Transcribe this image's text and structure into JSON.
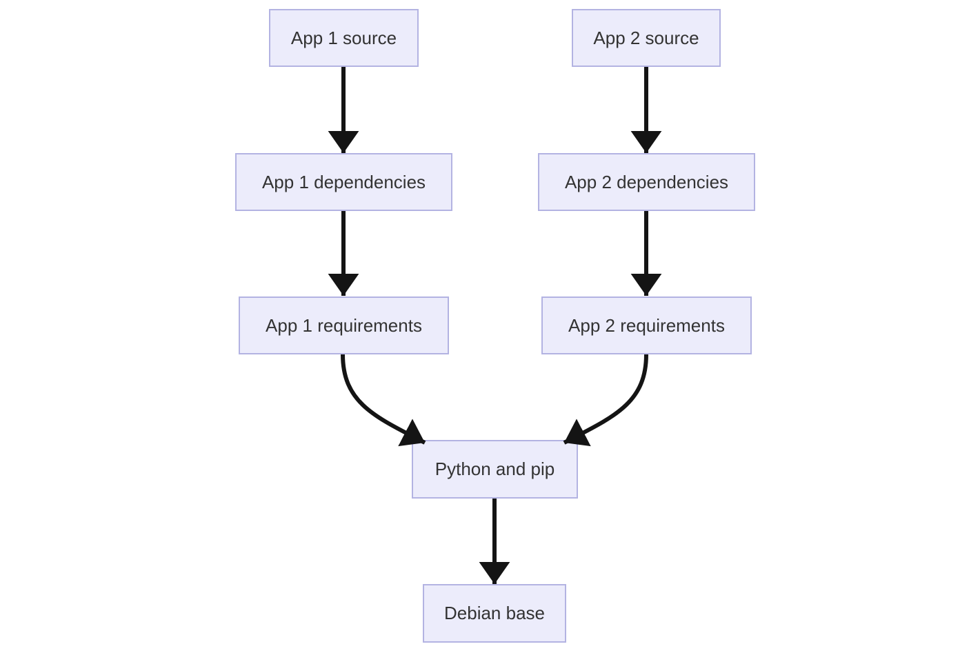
{
  "diagram": {
    "type": "flowchart",
    "direction": "top-down",
    "background_color": "#ffffff",
    "colors": {
      "node_fill": "#ececfb",
      "node_border": "#b3b3e2",
      "node_text": "#333333",
      "arrow": "#141414"
    },
    "nodes": [
      {
        "id": "app1-source",
        "label": "App 1 source"
      },
      {
        "id": "app2-source",
        "label": "App 2 source"
      },
      {
        "id": "app1-dependencies",
        "label": "App 1 dependencies"
      },
      {
        "id": "app2-dependencies",
        "label": "App 2 dependencies"
      },
      {
        "id": "app1-requirements",
        "label": "App 1 requirements"
      },
      {
        "id": "app2-requirements",
        "label": "App 2 requirements"
      },
      {
        "id": "python-pip",
        "label": "Python and pip"
      },
      {
        "id": "debian-base",
        "label": "Debian base"
      }
    ],
    "edges": [
      {
        "from": "app1-source",
        "to": "app1-dependencies"
      },
      {
        "from": "app1-dependencies",
        "to": "app1-requirements"
      },
      {
        "from": "app1-requirements",
        "to": "python-pip"
      },
      {
        "from": "app2-source",
        "to": "app2-dependencies"
      },
      {
        "from": "app2-dependencies",
        "to": "app2-requirements"
      },
      {
        "from": "app2-requirements",
        "to": "python-pip"
      },
      {
        "from": "python-pip",
        "to": "debian-base"
      }
    ]
  }
}
